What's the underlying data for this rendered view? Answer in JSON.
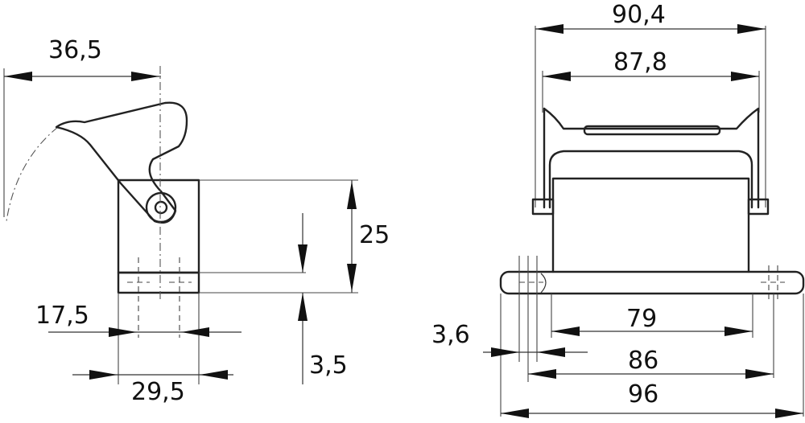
{
  "drawing": {
    "side_view": {
      "dim_36_5": "36,5",
      "dim_25": "25",
      "dim_17_5": "17,5",
      "dim_29_5": "29,5",
      "dim_3_5": "3,5"
    },
    "front_view": {
      "dim_90_4": "90,4",
      "dim_87_8": "87,8",
      "dim_79": "79",
      "dim_3_6": "3,6",
      "dim_86": "86",
      "dim_96": "96"
    }
  }
}
